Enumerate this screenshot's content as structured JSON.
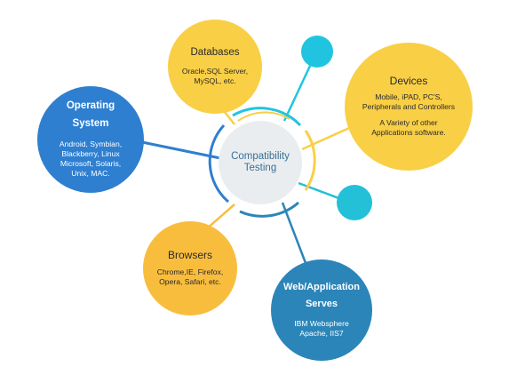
{
  "center": {
    "title_lines": [
      "Compatibility",
      "Testing"
    ]
  },
  "nodes": {
    "databases": {
      "title": "Databases",
      "lines": [
        "Oracle,SQL Server,",
        "MySQL, etc."
      ]
    },
    "devices": {
      "title": "Devices",
      "lines": [
        "Mobile, iPAD, PC'S,",
        "Peripherals and Controllers",
        "",
        "A Variety of other",
        "Applications software."
      ]
    },
    "operating_system": {
      "title_lines": [
        "Operating",
        "System"
      ],
      "lines": [
        "Android, Symbian,",
        "Blackberry, Linux",
        "Microsoft, Solaris,",
        "Unix, MAC."
      ]
    },
    "browsers": {
      "title": "Browsers",
      "lines": [
        "Chrome,IE, Firefox,",
        "Opera, Safari, etc."
      ]
    },
    "web_application": {
      "title_lines": [
        "Web/Application",
        "Serves"
      ],
      "lines": [
        "IBM Websphere",
        "Apache, IIS7"
      ]
    }
  },
  "colors": {
    "yellow": "#f9cf46",
    "orange_yellow": "#f9bd3e",
    "blue": "#2e7fd0",
    "teal_blue": "#2c85b8",
    "cyan": "#21c4e0",
    "center_gray": "#eaedf0"
  }
}
